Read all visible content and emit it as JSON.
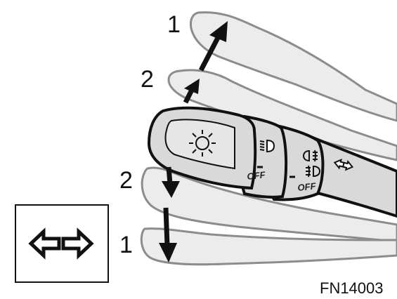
{
  "labels": {
    "up_full": "1",
    "up_partial": "2",
    "down_partial": "2",
    "down_full": "1"
  },
  "switch": {
    "off_inner": "OFF",
    "off_outer": "OFF"
  },
  "figure_code": "FN14003",
  "icons": {
    "headlight": "headlight-icon",
    "beam": "low-beam-icon",
    "fog_rear": "rear-fog-icon",
    "fog_front": "front-fog-icon",
    "turn_arrows": "turn-signal-arrows-icon",
    "inset_arrows": "turn-signal-indicator-icon"
  },
  "colors": {
    "lever_fill": "#d9d9d9",
    "ghost_fill": "#ececec",
    "ghost_stroke": "#8c8c8c",
    "ink": "#111111"
  }
}
